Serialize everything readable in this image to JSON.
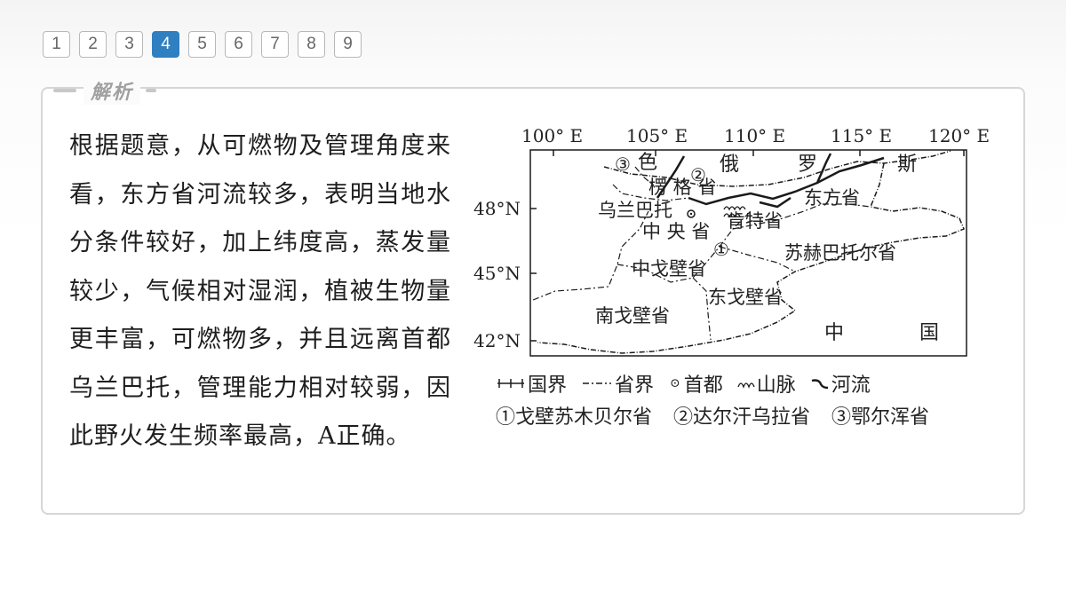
{
  "pagination": {
    "pages": [
      "1",
      "2",
      "3",
      "4",
      "5",
      "6",
      "7",
      "8",
      "9"
    ],
    "active_index": 3
  },
  "panel": {
    "label": "解析",
    "text": "根据题意，从可燃物及管理角度来看，东方省河流较多，表明当地水分条件较好，加上纬度高，蒸发量较少，气候相对湿润，植被生物量更丰富，可燃物多，并且远离首都乌兰巴托，管理能力相对较弱，因此野火发生频率最高，A正确。"
  },
  "map": {
    "lon_labels": [
      "100° E",
      "105° E",
      "110° E",
      "115° E",
      "120° E"
    ],
    "lat_labels": [
      "48°N",
      "45°N",
      "42°N"
    ],
    "place_labels": {
      "russia_1": "俄",
      "russia_2": "罗",
      "russia_3": "斯",
      "se": "色",
      "selenge": "楞 格 省",
      "circle3": "③",
      "circle2": "②",
      "circle1": "①",
      "capital": "乌兰巴托",
      "central": "中 央 省",
      "khentii": "肯特省",
      "dornod": "东方省",
      "sukhbaatar": "苏赫巴托尔省",
      "dundgovi": "中戈壁省",
      "dornogovi": "东戈壁省",
      "omnogovi": "南戈壁省",
      "china_1": "中",
      "china_2": "国"
    },
    "legend": {
      "national_border": "国界",
      "province_border": "省界",
      "capital": "首都",
      "mountain": "山脉",
      "river": "河流",
      "note1": "①戈壁苏木贝尔省",
      "note2": "②达尔汗乌拉省",
      "note3": "③鄂尔浑省"
    },
    "colors": {
      "line": "#1a1a1a"
    }
  }
}
